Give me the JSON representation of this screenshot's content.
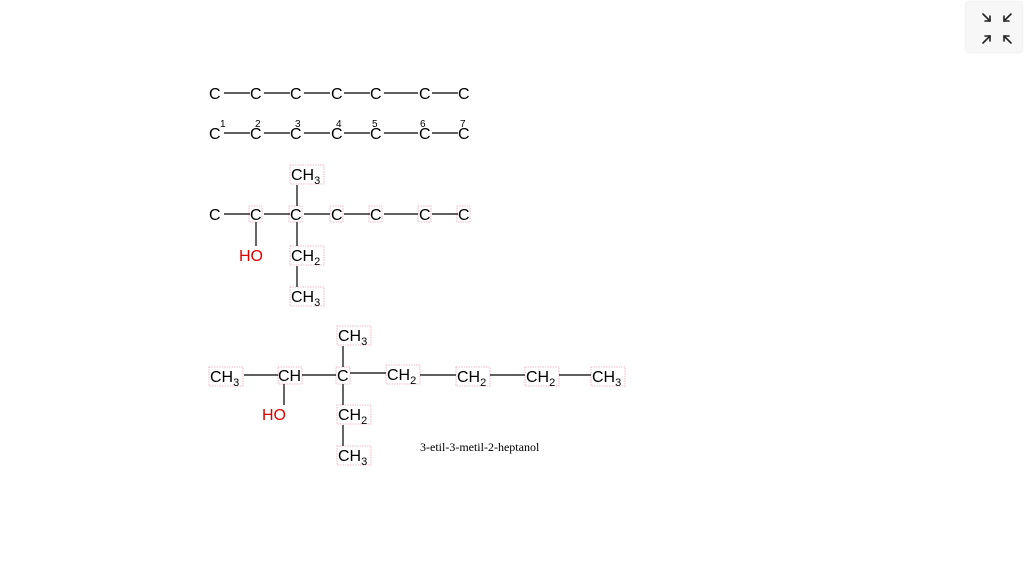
{
  "diagram": {
    "structure_1": {
      "atoms": [
        "C",
        "C",
        "C",
        "C",
        "C",
        "C",
        "C"
      ]
    },
    "structure_2": {
      "atoms": [
        "C",
        "C",
        "C",
        "C",
        "C",
        "C",
        "C"
      ],
      "numbers": [
        "1",
        "2",
        "3",
        "4",
        "5",
        "6",
        "7"
      ]
    },
    "structure_3": {
      "chain": [
        "C",
        "C",
        "C",
        "C",
        "C",
        "C",
        "C"
      ],
      "methyl": {
        "base": "CH",
        "sub": "3"
      },
      "hydroxyl": "HO",
      "ethyl_ch2": {
        "base": "CH",
        "sub": "2"
      },
      "ethyl_ch3": {
        "base": "CH",
        "sub": "3"
      }
    },
    "structure_4": {
      "ch3_left": {
        "base": "CH",
        "sub": "3"
      },
      "ch": "CH",
      "c": "C",
      "ch2_a": {
        "base": "CH",
        "sub": "2"
      },
      "ch2_b": {
        "base": "CH",
        "sub": "2"
      },
      "ch2_c": {
        "base": "CH",
        "sub": "2"
      },
      "ch3_right": {
        "base": "CH",
        "sub": "3"
      },
      "methyl": {
        "base": "CH",
        "sub": "3"
      },
      "hydroxyl": "HO",
      "ethyl_ch2": {
        "base": "CH",
        "sub": "2"
      },
      "ethyl_ch3": {
        "base": "CH",
        "sub": "3"
      }
    },
    "caption": "3-etil-3-metil-2-heptanol",
    "colors": {
      "atom": "#000000",
      "hydroxyl": "#e00000",
      "atom_box": "#e8a9b4"
    }
  },
  "toolbar": {
    "shrink_icons": [
      "arrow-down-right-icon",
      "arrow-down-left-icon",
      "arrow-up-right-icon",
      "arrow-up-left-icon"
    ]
  }
}
